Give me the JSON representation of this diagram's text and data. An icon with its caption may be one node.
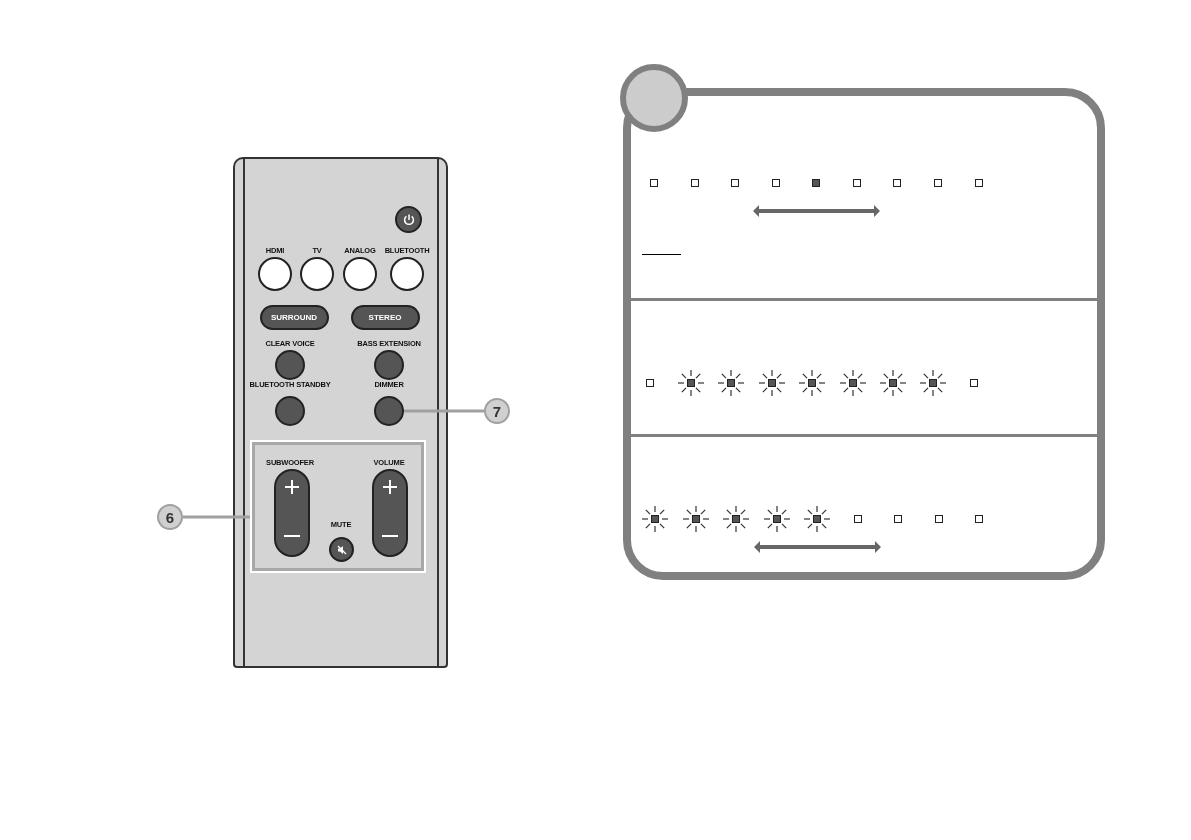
{
  "diagram": {
    "nodes": [
      {
        "text": [
          "6"
        ]
      },
      {
        "text": [
          "7"
        ]
      },
      {
        "text": [],
        "shape": "box"
      },
      {
        "text": [],
        "shape": "circle"
      },
      {
        "text": [],
        "shape": "circle"
      },
      {
        "text": [],
        "shape": "circle"
      },
      {
        "text": [],
        "shape": "circle"
      },
      {
        "text": [],
        "shape": "circle"
      }
    ],
    "edges": [
      {
        "from": 0,
        "to": 2,
        "arrow": "none"
      },
      {
        "from": 1,
        "to": 7,
        "arrow": "none"
      }
    ],
    "labels": [
      "HDMI",
      "TV",
      "ANALOG",
      "BLUETOOTH",
      "SURROUND",
      "STEREO",
      "CLEAR VOICE",
      "BASS EXTENSION",
      "BLUETOOTH STANDBY",
      "DIMMER",
      "SUBWOOFER",
      "VOLUME",
      "MUTE"
    ]
  }
}
